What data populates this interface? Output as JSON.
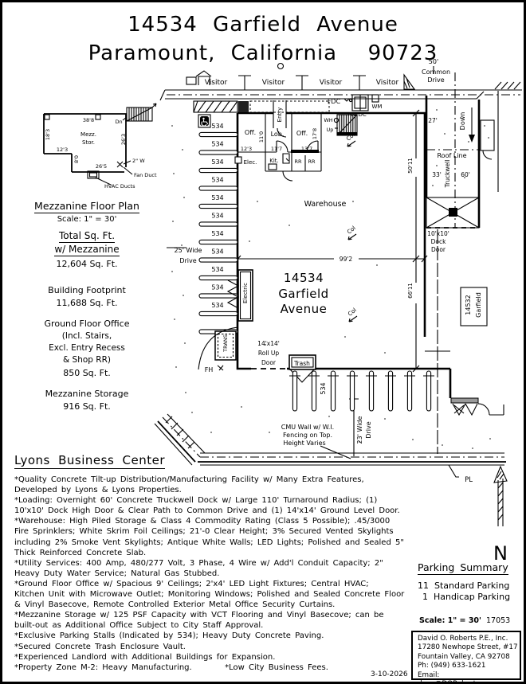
{
  "page": {
    "title_line1": "14534 Garfield Avenue",
    "title_line2": "Paramount, California  90723",
    "date": "3-10-2026"
  },
  "mezzanine_inset": {
    "heading": "Mezzanine Floor Plan",
    "scale": "Scale: 1\" = 30'",
    "dim_top": "38'8",
    "down_label": "Dn",
    "dim_left": "18'3",
    "room_line1": "Mezz.",
    "room_line2": "Stor.",
    "dim_right": "26'3",
    "dim_step": "12'3",
    "dim_inner": "8'0",
    "dim_bottom": "26'5",
    "water_label": "2\" W",
    "fan_duct_label": "Fan Duct",
    "hvac_label": "HVAC Ducts"
  },
  "stats": {
    "total_heading1": "Total Sq. Ft.",
    "total_heading2": "w/ Mezzanine",
    "total_value": "12,604 Sq. Ft.",
    "footprint_label": "Building Footprint",
    "footprint_value": "11,688 Sq. Ft.",
    "office_label1": "Ground Floor Office",
    "office_label2": "(Incl. Stairs,",
    "office_label3": "Excl. Entry Recess",
    "office_label4": "& Shop RR)",
    "office_value": "850 Sq. Ft.",
    "mezz_label": "Mezzanine Storage",
    "mezz_value": "916 Sq. Ft."
  },
  "site_plan": {
    "visitor_label": "Visitor",
    "common_drive_dim": "50'",
    "common_drive_line1": "Common",
    "common_drive_line2": "Drive",
    "fdc": "FDC",
    "piv_dc": "PIV DC",
    "wm": "WM",
    "wh": "WH",
    "up": "Up",
    "entry": "Entry",
    "office1": "Off.",
    "lobby": "Lob.",
    "office2": "Off.",
    "dim_11_0": "11'0",
    "dim_17_8": "17'8",
    "dim_12_3": "12'3",
    "dim_11_7": "11'7",
    "dim_13_7": "13'7",
    "kitchen": "Kit.",
    "rr": "RR",
    "elec": "Elec.",
    "column": "Col",
    "warehouse": "Warehouse",
    "address_line1": "14534",
    "address_line2": "Garfield",
    "address_line3": "Avenue",
    "dim_99_2": "99'2",
    "dim_50_11": "50'11",
    "dim_66_11": "66'11",
    "dim_27": "27'",
    "down": "Down",
    "roof_line": "Roof Line",
    "truckwell": "Truckwell",
    "dim_33": "33'",
    "dim_60": "60'",
    "dock_door_line1": "10'x10'",
    "dock_door_line2": "Dock",
    "dock_door_line3": "Door",
    "neighbor_line1": "14532",
    "neighbor_line2": "Garfield",
    "stall_number": "534",
    "electric_room": "Electric",
    "transformer": "TRANS",
    "fire_hydrant": "FH",
    "rollup_line1": "14'x14'",
    "rollup_line2": "Roll Up",
    "rollup_line3": "Door",
    "trash": "Trash",
    "drive25_line1": "25' Wide",
    "drive25_line2": "Drive",
    "drive23_line1": "23' Wide",
    "drive23_line2": "Drive",
    "cmu_line1": "CMU Wall w/ W.I.",
    "cmu_line2": "Fencing on Top.",
    "cmu_line3": "Height Varies",
    "pl": "PL",
    "north": "N"
  },
  "features": {
    "heading": "Lyons Business Center",
    "lines": [
      "*Quality Concrete Tilt-up Distribution/Manufacturing Facility w/ Many Extra Features,",
      "Developed by Lyons & Lyons Properties.",
      "*Loading: Overnight 60' Concrete Truckwell Dock w/ Large 110' Turnaround Radius; (1)",
      "10'x10' Dock High Door & Clear Path to Common Drive and (1) 14'x14' Ground Level Door.",
      "*Warehouse: High Piled Storage & Class 4 Commodity Rating (Class 5 Possible); .45/3000",
      "Fire Sprinklers; White Skrim Foil Ceilings; 21'-0 Clear Height; 3% Secured Vented Skylights",
      "including 2% Smoke Vent Skylights; Antique White Walls; LED Lights; Polished and Sealed 5\"",
      "Thick Reinforced Concrete Slab.",
      "*Utility Services: 400 Amp, 480/277 Volt, 3 Phase, 4 Wire w/ Add'l Conduit Capacity; 2\"",
      "Heavy Duty Water Service; Natural Gas Stubbed.",
      "*Ground Floor Office w/ Spacious 9' Ceilings; 2'x4' LED Light Fixtures; Central HVAC;",
      "Kitchen Unit with Microwave Outlet; Monitoring Windows; Polished and Sealed Concrete Floor",
      "& Vinyl Basecove, Remote Controlled Exterior Metal Office Security Curtains.",
      "*Mezzanine Storage w/ 125 PSF Capacity with VCT Flooring and Vinyl Basecove; can be",
      "built-out as Additional Office Subject to City Staff Approval.",
      "*Exclusive Parking Stalls (Indicated by 534); Heavy Duty Concrete Paving.",
      "*Secured Concrete Trash Enclosure Vault.",
      "*Experienced Landlord with Additional Buildings for Expansion.",
      "*Property Zone M-2: Heavy Manufacturing.        *Low City Business Fees."
    ]
  },
  "parking_summary": {
    "heading": "Parking Summary",
    "standard": "11  Standard Parking",
    "handicap": "1  Handicap Parking"
  },
  "footer": {
    "scale": "Scale: 1\" = 30'",
    "job_number": "17053",
    "contact_line1": "David O. Roberts P.E., Inc.",
    "contact_line2": "17280 Newhope Street, #17",
    "contact_line3": "Fountain Valley, CA 92708",
    "contact_line4": "Ph: (949) 633-1621",
    "contact_line5": "Email: dave@DORoberts.com"
  }
}
